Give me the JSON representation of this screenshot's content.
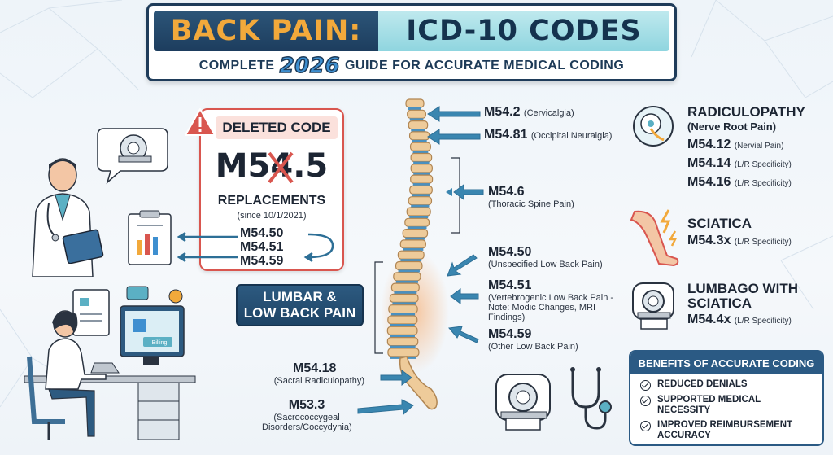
{
  "title": {
    "left": "BACK PAIN:",
    "right": "ICD-10 CODES",
    "sub_before": "COMPLETE",
    "year": "2026",
    "sub_after": "GUIDE FOR ACCURATE MEDICAL CODING"
  },
  "deleted": {
    "heading": "DELETED CODE",
    "code_prefix": "M5",
    "code_struck": "4",
    "code_suffix": ".5",
    "replacements_heading": "REPLACEMENTS",
    "since": "(since 10/1/2021)",
    "replacements": [
      "M54.50",
      "M54.51",
      "M54.59"
    ]
  },
  "spine_codes": [
    {
      "code": "M54.2",
      "desc": "(Cervicalgia)"
    },
    {
      "code": "M54.81",
      "desc": "(Occipital Neuralgia)"
    },
    {
      "code": "M54.6",
      "desc": "(Thoracic Spine Pain)"
    },
    {
      "code": "M54.50",
      "desc": "(Unspecified Low Back Pain)"
    },
    {
      "code": "M54.51",
      "desc": "(Vertebrogenic Low Back Pain - Note: Modic Changes, MRI Findings)"
    },
    {
      "code": "M54.59",
      "desc": "(Other Low Back Pain)"
    },
    {
      "code": "M54.18",
      "desc": "(Sacral Radiculopathy)"
    },
    {
      "code": "M53.3",
      "desc": "(Sacrococcygeal Disorders/Coccydynia)"
    }
  ],
  "lumbar": {
    "line1": "LUMBAR &",
    "line2": "LOW BACK PAIN"
  },
  "radiculopathy": {
    "title": "RADICULOPATHY",
    "subtitle": "(Nerve Root Pain)",
    "items": [
      {
        "code": "M54.12",
        "desc": "(Nervial Pain)"
      },
      {
        "code": "M54.14",
        "desc": "(L/R Specificity)"
      },
      {
        "code": "M54.16",
        "desc": "(L/R Specificity)"
      }
    ]
  },
  "sciatica": {
    "title": "SCIATICA",
    "code": "M54.3x",
    "desc": "(L/R Specificity)"
  },
  "lumbago": {
    "title_line1": "LUMBAGO WITH",
    "title_line2": "SCIATICA",
    "code": "M54.4x",
    "desc": "(L/R Specificity)"
  },
  "benefits": {
    "heading": "BENEFITS OF ACCURATE CODING",
    "items": [
      "REDUCED DENIALS",
      "SUPPORTED MEDICAL NECESSITY",
      "IMPROVED REIMBURSEMENT ACCURACY"
    ]
  },
  "billing_label": "Billing",
  "colors": {
    "navy": "#1f3c5a",
    "orange": "#f2a93b",
    "teal": "#8fd5df",
    "red": "#d9564f",
    "arrow": "#2d6f96"
  }
}
